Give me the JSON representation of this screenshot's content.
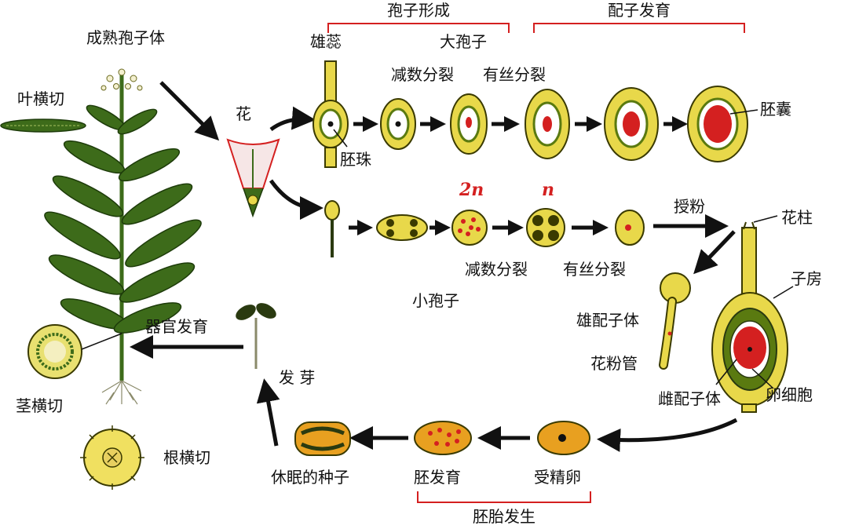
{
  "labels": {
    "mature_sporophyte": "成熟孢子体",
    "leaf_cross_section": "叶横切",
    "stem_cross_section": "茎横切",
    "root_cross_section": "根横切",
    "flower": "花",
    "pistil": "雄蕊",
    "megaspore": "大孢子",
    "meiosis_top": "减数分裂",
    "mitosis_top": "有丝分裂",
    "ovule": "胚珠",
    "embryo_sac": "胚囊",
    "diploid": "2n",
    "haploid": "n",
    "meiosis_bottom": "减数分裂",
    "mitosis_bottom": "有丝分裂",
    "microspore": "小孢子",
    "pollination": "授粉",
    "style": "花柱",
    "ovary": "子房",
    "male_gametophyte": "雄配子体",
    "pollen_tube": "花粉管",
    "female_gametophyte": "雌配子体",
    "egg_cell": "卵细胞",
    "organ_development": "器官发育",
    "germination": "发 芽",
    "dormant_seed": "休眠的种子",
    "embryo_development": "胚发育",
    "fertilized_egg": "受精卵",
    "embryogenesis": "胚胎发生"
  },
  "brackets": {
    "spore_formation": "孢子形成",
    "gametophyte_development": "配子发育"
  },
  "colors": {
    "bracket": "#d42020",
    "cell_yellow": "#e8d84a",
    "cell_green": "#5a7a10",
    "nucleus_red": "#d42020",
    "leaf_green": "#3d6b1a",
    "arrow": "#111111"
  }
}
